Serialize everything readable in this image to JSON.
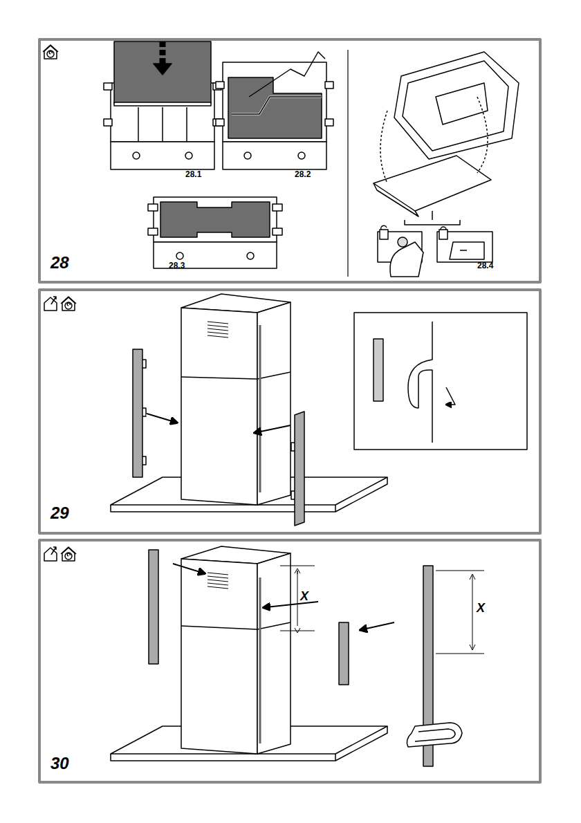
{
  "diagram": {
    "labels": [
      "28.1",
      "28.2",
      "28.3",
      "28.4",
      "28",
      "29",
      "30",
      "X",
      "X"
    ]
  }
}
